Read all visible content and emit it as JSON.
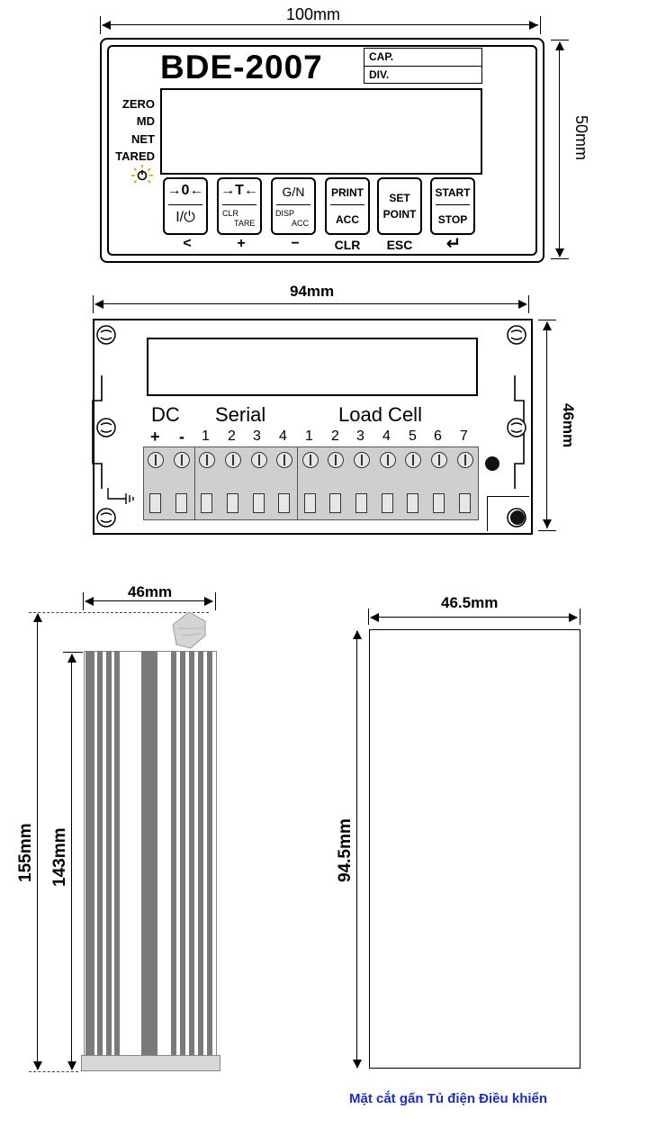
{
  "dimensions": {
    "front_width": "100mm",
    "front_height": "50mm",
    "rear_width": "94mm",
    "rear_height": "46mm",
    "side_width": "46mm",
    "side_total_length": "155mm",
    "side_body_length": "143mm",
    "cutout_width": "46.5mm",
    "cutout_height": "94.5mm"
  },
  "front_panel": {
    "model": "BDE-2007",
    "cap_label": "CAP.",
    "div_label": "DIV.",
    "status_indicators": [
      "ZERO",
      "MD",
      "NET",
      "TARED"
    ],
    "keys": [
      {
        "top": "→0←",
        "bottom": "I/⏻",
        "small_left": "",
        "small_right": ""
      },
      {
        "top": "→T←",
        "bottom": "",
        "small_left": "CLR",
        "small_right": "TARE"
      },
      {
        "top": "G/N",
        "bottom": "",
        "small_left": "DISP",
        "small_right": "ACC"
      },
      {
        "top": "PRINT",
        "bottom": "ACC",
        "small_left": "",
        "small_right": ""
      },
      {
        "top": "SET",
        "bottom": "POINT",
        "small_left": "",
        "small_right": ""
      },
      {
        "top": "START",
        "bottom": "STOP",
        "small_left": "",
        "small_right": ""
      }
    ],
    "sub_labels": [
      "<",
      "+",
      "−",
      "CLR",
      "ESC",
      "↵"
    ]
  },
  "rear_panel": {
    "groups": [
      "DC",
      "Serial",
      "Load Cell"
    ],
    "dc_terminals": [
      "+",
      "-"
    ],
    "serial_terminals": [
      "1",
      "2",
      "3",
      "4"
    ],
    "loadcell_terminals": [
      "1",
      "2",
      "3",
      "4",
      "5",
      "6",
      "7"
    ]
  },
  "caption": "Mặt cắt gấn Tủ điện Điều khiển"
}
